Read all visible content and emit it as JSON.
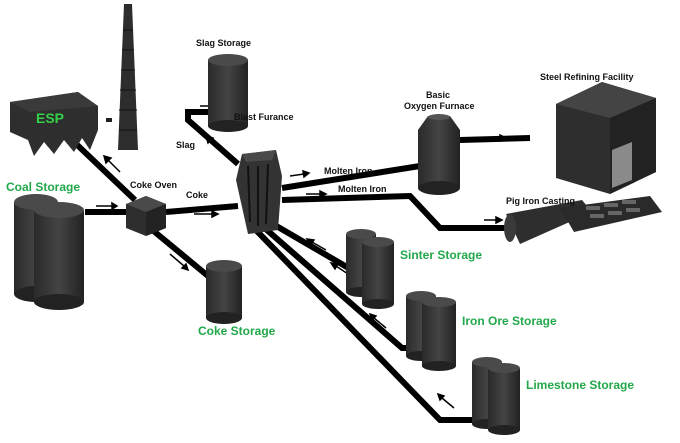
{
  "labels": {
    "slag_storage": "Slag Storage",
    "blast_furnace": "Blast Furance",
    "slag": "Slag",
    "coke_oven": "Coke Oven",
    "coke": "Coke",
    "molten_iron_1": "Molten Iron",
    "molten_iron_2": "Molten Iron",
    "bof_line1": "Basic",
    "bof_line2": "Oxygen Furnace",
    "steel_refining": "Steel Refining Facility",
    "pig_iron": "Pig Iron Casting",
    "esp": "ESP",
    "coal_storage": "Coal Storage",
    "coke_storage": "Coke Storage",
    "sinter_storage": "Sinter Storage",
    "iron_ore_storage": "Iron Ore Storage",
    "limestone_storage": "Limestone Storage"
  },
  "colors": {
    "equipment": "#333333",
    "equipment_dark": "#1f1f1f",
    "pipe": "#000000",
    "label_green": "#22a84a",
    "esp_green": "#35d04a"
  }
}
